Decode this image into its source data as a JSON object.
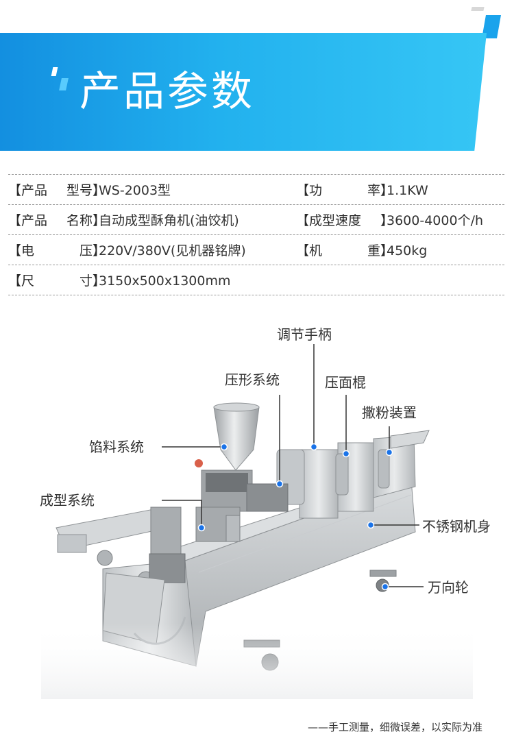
{
  "header": {
    "title": "产品参数"
  },
  "specs": [
    {
      "l": {
        "label_chars": [
          "产品",
          "型号"
        ],
        "value": "WS-2003型"
      },
      "r": {
        "label_chars": [
          "功",
          "率"
        ],
        "value": "1.1KW"
      }
    },
    {
      "l": {
        "label_chars": [
          "产品",
          "名称"
        ],
        "value": "自动成型酥角机(油饺机)"
      },
      "r": {
        "label_chars": [
          "成型速度"
        ],
        "value": "3600-4000个/h"
      }
    },
    {
      "l": {
        "label_chars": [
          "电",
          "压"
        ],
        "value": "220V/380V(见机器铭牌)"
      },
      "r": {
        "label_chars": [
          "机",
          "重"
        ],
        "value": "450kg"
      }
    },
    {
      "l": {
        "label_chars": [
          "尺",
          "寸"
        ],
        "value": "3150x500x1300mm"
      }
    }
  ],
  "callouts": {
    "handle": "调节手柄",
    "press_system": "压形系统",
    "press_roller": "压面棍",
    "powder_device": "撒粉装置",
    "filling_system": "馅料系统",
    "forming_system": "成型系统",
    "steel_body": "不锈钢机身",
    "caster": "万向轮"
  },
  "footnote": "——手工测量，细微误差，以实际为准",
  "colors": {
    "banner_start": "#138fe0",
    "banner_end": "#36c6f5",
    "marker": "#1a73e8"
  }
}
